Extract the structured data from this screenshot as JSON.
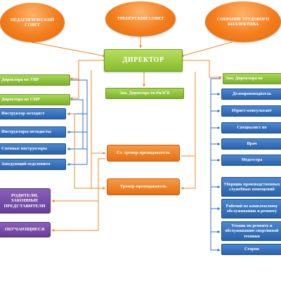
{
  "councils": [
    "ПЕДАГОГИЧЕСКИЙ СОВЕТ",
    "ТРЕНЕРСКИЙ СОВЕТ",
    "СОБРАНИЕ ТРУДОВОГО КОЛЛЕКТИВА"
  ],
  "director": "ДИРЕКТОР",
  "center": {
    "deputy_rize": "Зам. Директора по РиЭСБ",
    "senior_coach": "Ст. тренер-преподаватель",
    "coach": "Тренер-преподаватель"
  },
  "left": {
    "deputy_uvr": "Директора по УВР",
    "deputy_smr": "Директора по СМР",
    "methodist": "Инструктор-методист",
    "methodists": "Инструкторы-методисты",
    "shift_instructors": "Сменные инструкторы",
    "dept_head": "Заведующий отделением",
    "parents": "РОДИТЕЛИ, ЗАКОННЫЕ ПРЕДСТАВИТЕЛИ",
    "students": "ОБУЧАЮЩИЕСЯ"
  },
  "right": {
    "deputy_ahr": "Зам. Директора по",
    "records_clerk": "Делопроизводитель",
    "legal_consultant": "Юрист-консультант",
    "specialist": "Специалист по",
    "doctor": "Врач",
    "nurse": "Медсестра",
    "cleaner": "Уборщик производственных служебных помещений",
    "worker": "Рабочий по комплексному обслуживанию и ремонту",
    "technician": "Техник по ремонту и обслуживанию спортивной техники",
    "watchman": "Сторож"
  },
  "colors": {
    "oval_orange": "#f47d1c",
    "director_green": "#86bb2a",
    "node_green": "#7cb12a",
    "node_blue": "#2a62ab",
    "node_orange": "#e66f12",
    "node_purple": "#663e98",
    "line_blue": "#3a6ec0",
    "line_orange": "#f08a2a"
  }
}
